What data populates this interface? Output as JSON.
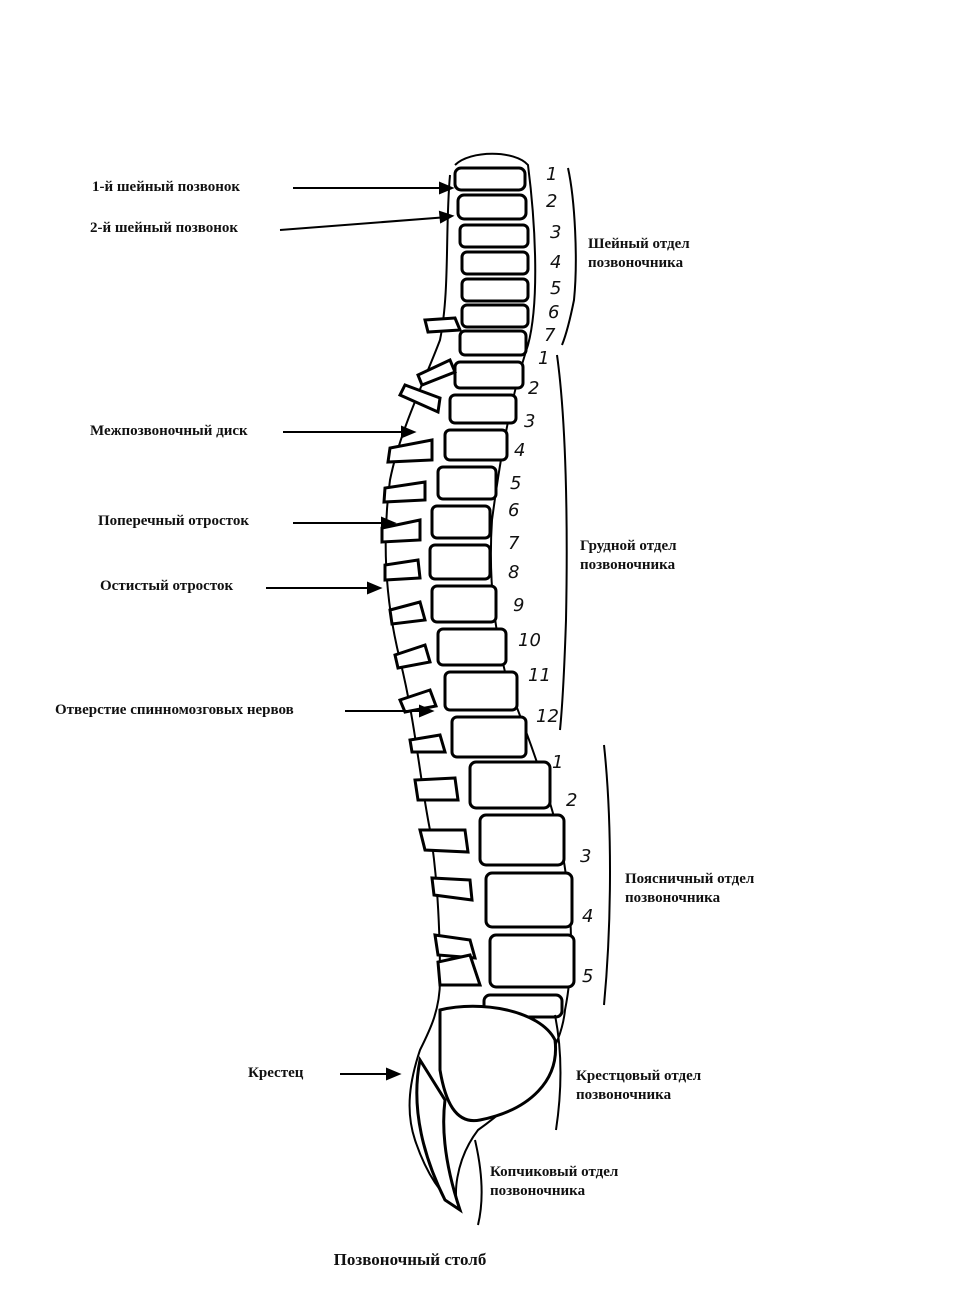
{
  "title": "Позвоночный столб",
  "labels": {
    "c1": "1-й шейный позвонок",
    "c2": "2-й шейный позвонок",
    "disc": "Межпозвоночный диск",
    "transverse": "Поперечный отросток",
    "spinous": "Остистый отросток",
    "foramen": "Отверстие спинномозговых нервов",
    "sacrum": "Крестец"
  },
  "sections": {
    "cervical": [
      "Шейный отдел",
      "позвоночника"
    ],
    "thoracic": [
      "Грудной отдел",
      "позвоночника"
    ],
    "lumbar": [
      "Поясничный отдел",
      "позвоночника"
    ],
    "sacral": [
      "Крестцовый отдел",
      "позвоночника"
    ],
    "coccygeal": [
      "Копчиковый отдел",
      "позвоночника"
    ]
  },
  "numbers": {
    "cervical": [
      "1",
      "2",
      "3",
      "4",
      "5",
      "6",
      "7"
    ],
    "thoracic": [
      "1",
      "2",
      "3",
      "4",
      "5",
      "6",
      "7",
      "8",
      "9",
      "10",
      "11",
      "12"
    ],
    "lumbar": [
      "1",
      "2",
      "3",
      "4",
      "5"
    ]
  }
}
